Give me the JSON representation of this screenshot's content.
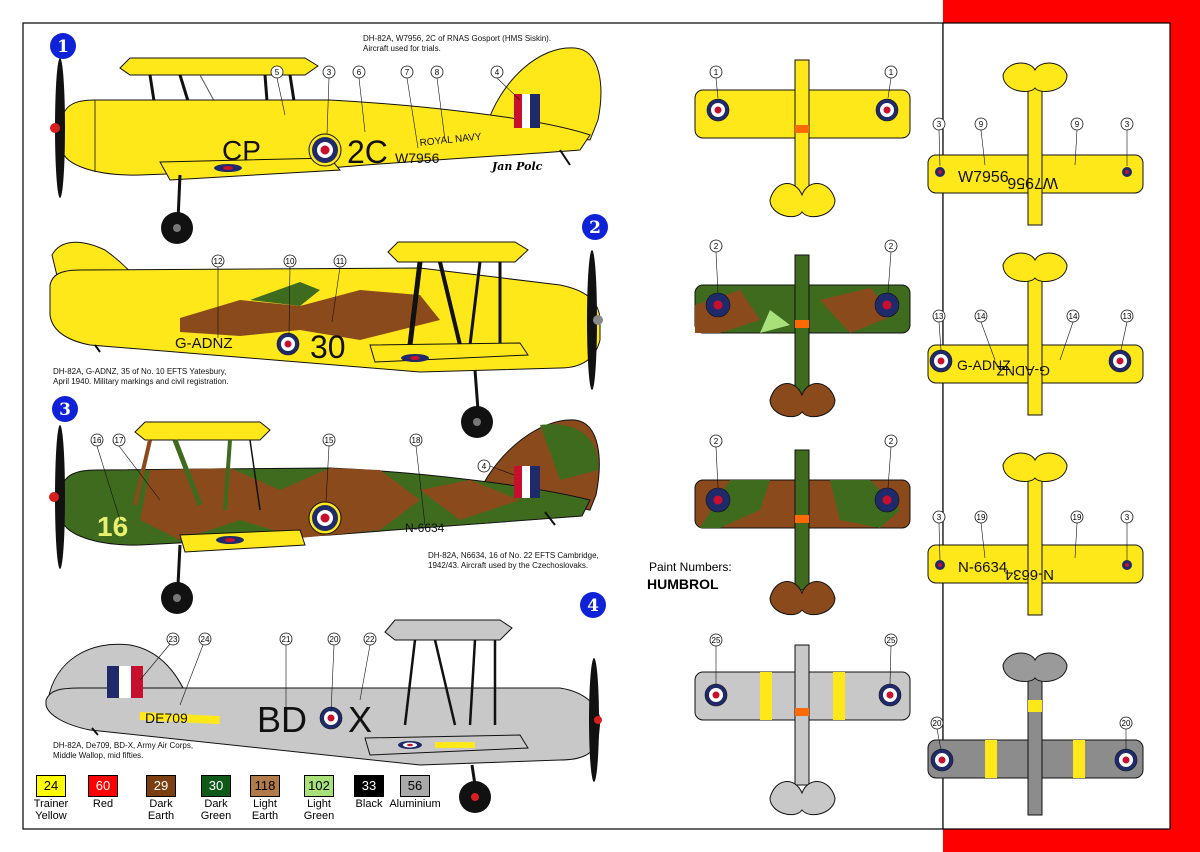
{
  "profiles": [
    {
      "index": "1",
      "caption": [
        "DH-82A, W7956, 2C of RNAS Gosport (HMS Siskin).",
        "Aircraft used for trials."
      ],
      "markings": {
        "code": "2C",
        "serial": "W7956",
        "fuselage_text": "ROYAL NAVY",
        "partial_code": "CP"
      },
      "callouts": [
        "5",
        "3",
        "6",
        "7",
        "8",
        "4"
      ]
    },
    {
      "index": "2",
      "caption": [
        "DH-82A, G-ADNZ, 35 of No. 10 EFTS Yatesbury,",
        "April 1940. Military markings and civil registration."
      ],
      "markings": {
        "code": "30",
        "registration": "G-ADNZ"
      },
      "callouts": [
        "12",
        "10",
        "11"
      ]
    },
    {
      "index": "3",
      "caption": [
        "DH-82A, N6634, 16 of No. 22 EFTS Cambridge,",
        "1942/43. Aircraft used by the Czechoslovaks."
      ],
      "markings": {
        "code": "16",
        "serial": "N-6634"
      },
      "callouts": [
        "16",
        "17",
        "15",
        "18",
        "4"
      ]
    },
    {
      "index": "4",
      "caption": [
        "DH-82A, De709, BD-X, Army Air Corps,",
        "Middle Wallop, mid fifties."
      ],
      "markings": {
        "code_left": "BD",
        "code_right": "X",
        "serial": "DE709"
      },
      "callouts": [
        "23",
        "24",
        "21",
        "20",
        "22"
      ]
    }
  ],
  "signature": "Jan Polc",
  "plan_views": [
    {
      "top_callouts": [
        "1",
        "1"
      ],
      "bottom_callouts": [
        "3",
        "9",
        "9",
        "3"
      ],
      "bottom_text": [
        "W7956",
        "W7956"
      ]
    },
    {
      "top_callouts": [
        "2",
        "2"
      ],
      "bottom_callouts": [
        "13",
        "14",
        "14",
        "13"
      ],
      "bottom_text": [
        "G-ADNZ",
        "G-ADNZ"
      ]
    },
    {
      "top_callouts": [
        "2",
        "2"
      ],
      "bottom_callouts": [
        "3",
        "19",
        "19",
        "3"
      ],
      "bottom_text": [
        "N-6634",
        "N-6634"
      ]
    },
    {
      "top_callouts": [
        "25",
        "25"
      ],
      "bottom_callouts": [
        "20",
        "20"
      ],
      "bottom_text": []
    }
  ],
  "paint": {
    "heading": "Paint Numbers:",
    "brand": "HUMBROL",
    "chips": [
      {
        "number": "24",
        "name": "Trainer Yellow",
        "color": "#ffff00",
        "text_color": "#000000"
      },
      {
        "number": "60",
        "name": "Red",
        "color": "#ff0000",
        "text_color": "#ffffff"
      },
      {
        "number": "29",
        "name": "Dark Earth",
        "color": "#7b3f12",
        "text_color": "#ffffff"
      },
      {
        "number": "30",
        "name": "Dark Green",
        "color": "#0f5a1a",
        "text_color": "#ffffff"
      },
      {
        "number": "118",
        "name": "Light Earth",
        "color": "#b07a4a",
        "text_color": "#000000"
      },
      {
        "number": "102",
        "name": "Light Green",
        "color": "#a8e07a",
        "text_color": "#000000"
      },
      {
        "number": "33",
        "name": "Black",
        "color": "#000000",
        "text_color": "#ffffff"
      },
      {
        "number": "56",
        "name": "Aluminium",
        "color": "#a9a9a9",
        "text_color": "#000000"
      }
    ]
  },
  "colors": {
    "yellow": "#ffe81a",
    "earth": "#8a4a1c",
    "green": "#3f6b1e",
    "silver": "#c8c8c8",
    "roundel_blue": "#1f2a6b",
    "roundel_red": "#c8102e",
    "badge_blue": "#1022d8"
  }
}
